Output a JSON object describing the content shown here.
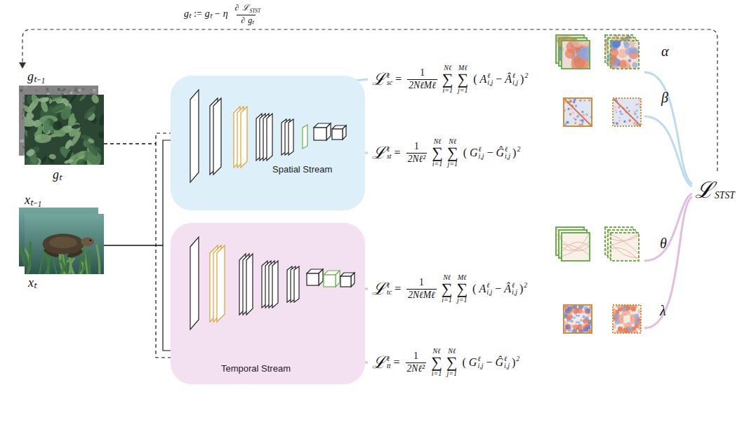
{
  "diagram": {
    "nodes": [
      {
        "text": [
          "gₜ₋₁"
        ]
      },
      {
        "text": [
          "gₜ"
        ]
      },
      {
        "text": [
          "xₜ₋₁"
        ]
      },
      {
        "text": [
          "xₜ"
        ]
      },
      {
        "text": [
          "Spatial Stream"
        ]
      },
      {
        "text": [
          "Temporal Stream"
        ]
      }
    ],
    "edges": [
      {
        "from": 1,
        "to": 4,
        "arrow": "none"
      },
      {
        "from": 1,
        "to": 5,
        "arrow": "none"
      },
      {
        "from": 3,
        "to": 4,
        "arrow": "none"
      },
      {
        "from": 3,
        "to": 5,
        "arrow": "none"
      }
    ],
    "labels": [
      "gₜ",
      ":=",
      "gₜ",
      "−",
      "η",
      "∂",
      "ℒ",
      "STST",
      "∂",
      "gₜ",
      "ℒ",
      "ℓ",
      "sc",
      "=",
      "1",
      "2NℓMℓ",
      "∑",
      "Nℓ",
      "i=1",
      "∑",
      "Mℓ",
      "j=1",
      "(",
      "A",
      "ℓ",
      "i,j",
      "−",
      "Â",
      "ℓ",
      "i,j",
      ")",
      "2",
      "ℒ",
      "ℓ",
      "st",
      "=",
      "1",
      "2Nℓ²",
      "∑",
      "Nℓ",
      "i=1",
      "∑",
      "Nℓ",
      "j=1",
      "(",
      "G",
      "ℓ",
      "i,j",
      "−",
      "Ĝ",
      "ℓ",
      "i,j",
      ")",
      "2",
      "ℒ",
      "ℓ",
      "tc",
      "=",
      "1",
      "2NℓMℓ",
      "∑",
      "Nℓ",
      "i=1",
      "∑",
      "Mℓ",
      "j=1",
      "(",
      "A",
      "ℓ",
      "i,j",
      "−",
      "Â",
      "ℓ",
      "i,j",
      ")",
      "2",
      "ℒ",
      "ℓ",
      "tt",
      "=",
      "1",
      "2Nℓ²",
      "∑",
      "Nℓ",
      "i=1",
      "∑",
      "Nℓ",
      "j=1",
      "(",
      "G",
      "ℓ",
      "i,j",
      "−",
      "Ĝ",
      "ℓ",
      "i,j",
      ")",
      "2",
      "α",
      "β",
      "θ",
      "λ",
      "ℒ",
      "STST"
    ]
  }
}
